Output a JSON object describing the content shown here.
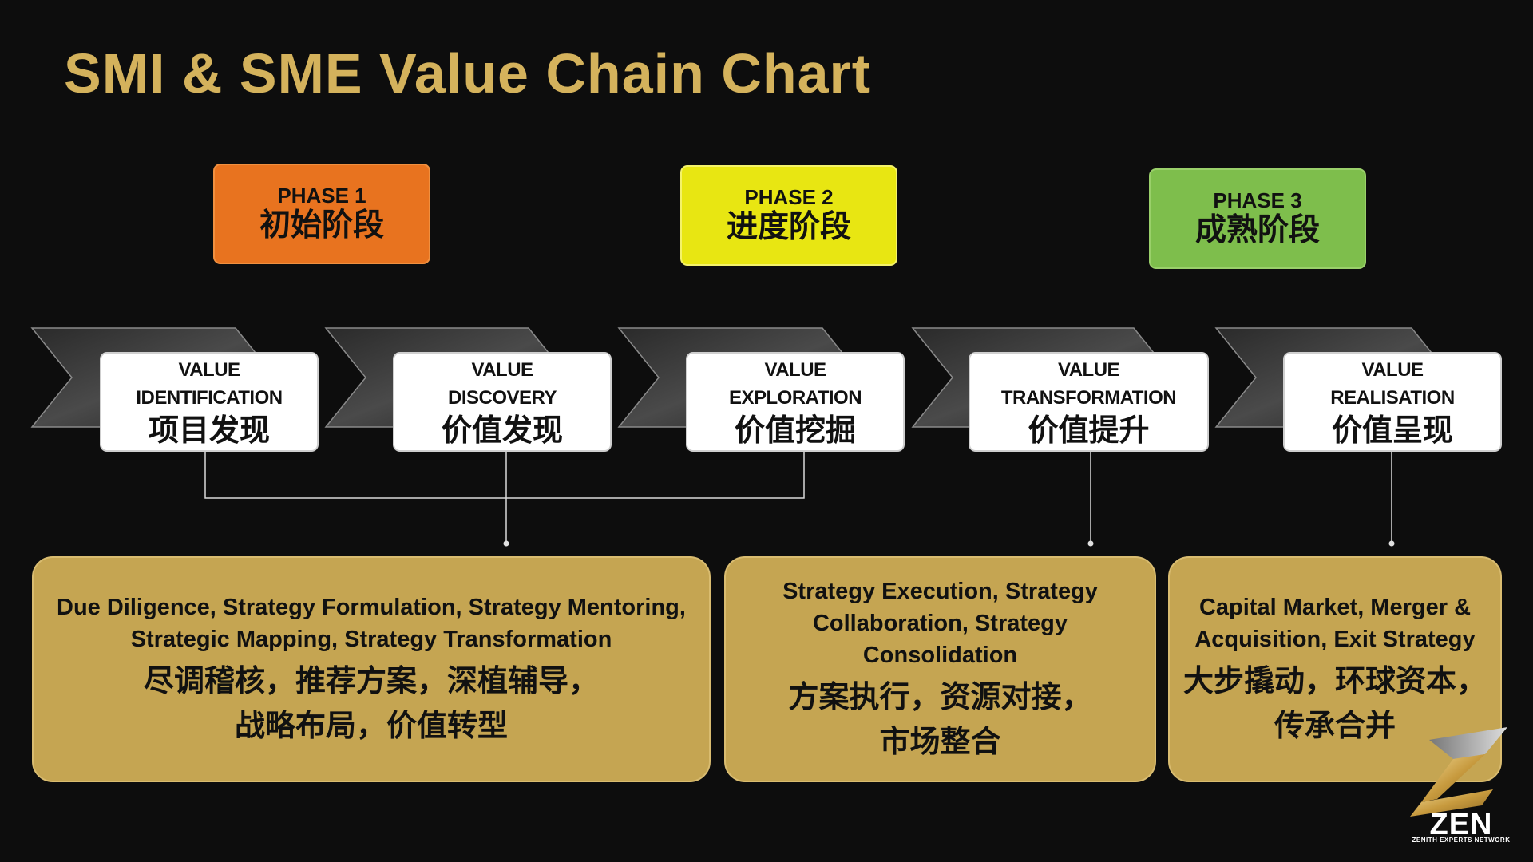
{
  "title": "SMI & SME Value Chain Chart",
  "phases": [
    {
      "label": "PHASE 1",
      "name": "初始阶段",
      "color": "#e8731f"
    },
    {
      "label": "PHASE 2",
      "name": "进度阶段",
      "color": "#e8e612"
    },
    {
      "label": "PHASE 3",
      "name": "成熟阶段",
      "color": "#7ebe4c"
    }
  ],
  "stages": [
    {
      "en1": "VALUE",
      "en2": "IDENTIFICATION",
      "cn": "项目发现"
    },
    {
      "en1": "VALUE",
      "en2": "DISCOVERY",
      "cn": "价值发现"
    },
    {
      "en1": "VALUE",
      "en2": "EXPLORATION",
      "cn": "价值挖掘"
    },
    {
      "en1": "VALUE",
      "en2": "TRANSFORMATION",
      "cn": "价值提升"
    },
    {
      "en1": "VALUE",
      "en2": "REALISATION",
      "cn": "价值呈现"
    }
  ],
  "details": [
    {
      "en": [
        "Due Diligence, Strategy Formulation, Strategy Mentoring,",
        "Strategic Mapping, Strategy Transformation"
      ],
      "cn": [
        "尽调稽核，推荐方案，深植辅导，",
        "战略布局，价值转型"
      ]
    },
    {
      "en": [
        "Strategy Execution, Strategy",
        "Collaboration, Strategy Consolidation"
      ],
      "cn": [
        "方案执行，资源对接，",
        "市场整合"
      ]
    },
    {
      "en": [
        "Capital Market, Merger &",
        "Acquisition, Exit Strategy"
      ],
      "cn": [
        "大步撬动，环球资本，",
        "传承合并"
      ]
    }
  ],
  "logo": {
    "name": "ZEN",
    "tagline": "ZENITH EXPERTS NETWORK"
  },
  "colors": {
    "background": "#0d0d0d",
    "title": "#d4b25c",
    "detail_box": "#c5a552",
    "chevron": "#3a3a3a"
  }
}
